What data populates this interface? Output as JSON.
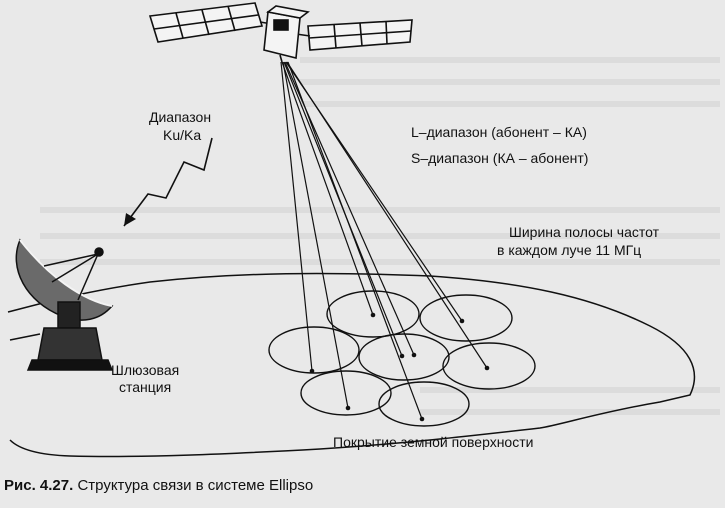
{
  "labels": {
    "band_ku_line1": "Диапазон",
    "band_ku_line2": "Ku/Ka",
    "l_band": "L–диапазон (абонент – КА)",
    "s_band": "S–диапазон (КА – абонент)",
    "bandwidth_line1": "Ширина полосы частот",
    "bandwidth_line2": "в каждом луче 11 МГц",
    "gateway_line1": "Шлюзовая",
    "gateway_line2": "станция",
    "coverage": "Покрытие земной поверхности"
  },
  "caption": {
    "number": "Рис. 4.27.",
    "text": "Структура связи в системе Ellipso"
  },
  "colors": {
    "ink": "#111111",
    "paper": "#e9e9e9",
    "panel": "#f4f4f4"
  }
}
